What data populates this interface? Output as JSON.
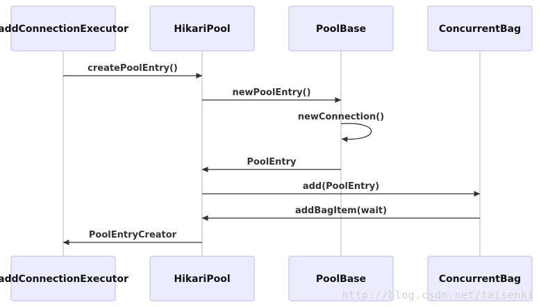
{
  "participants": [
    {
      "id": "executor",
      "label": "addConnectionExecutor"
    },
    {
      "id": "pool",
      "label": "HikariPool"
    },
    {
      "id": "base",
      "label": "PoolBase"
    },
    {
      "id": "bag",
      "label": "ConcurrentBag"
    }
  ],
  "messages": [
    {
      "from": "executor",
      "to": "pool",
      "label": "createPoolEntry()"
    },
    {
      "from": "pool",
      "to": "base",
      "label": "newPoolEntry()"
    },
    {
      "from": "base",
      "to": "base",
      "label": "newConnection()"
    },
    {
      "from": "base",
      "to": "pool",
      "label": "PoolEntry"
    },
    {
      "from": "pool",
      "to": "bag",
      "label": "add(PoolEntry)"
    },
    {
      "from": "bag",
      "to": "pool",
      "label": "addBagItem(wait)"
    },
    {
      "from": "pool",
      "to": "executor",
      "label": "PoolEntryCreator"
    }
  ],
  "colors": {
    "actor_fill": "#ececff",
    "actor_stroke": "#ccccff",
    "lifeline": "#d0d0d0",
    "message": "#333333"
  },
  "watermark": "http://blog.csdn.net/taisenki"
}
